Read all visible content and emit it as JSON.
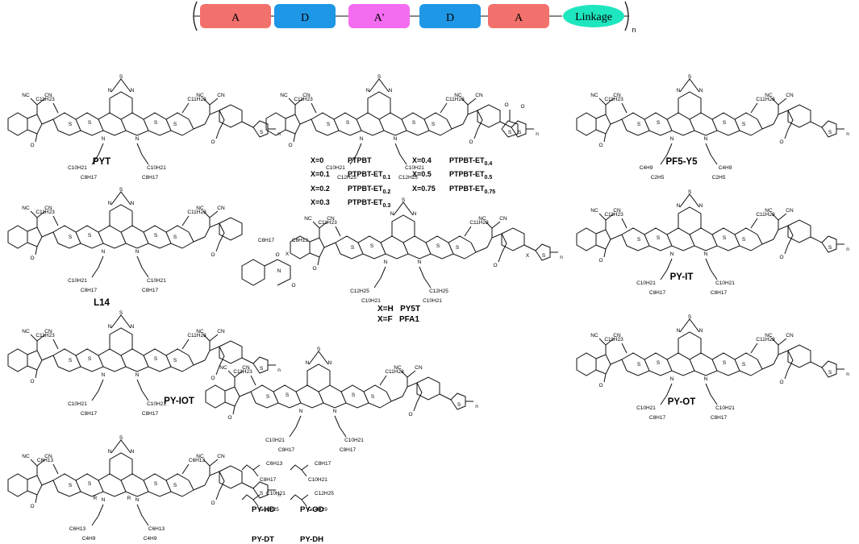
{
  "header": {
    "blocks": [
      {
        "label": "A",
        "color": "#f2716c"
      },
      {
        "label": "D",
        "color": "#1e97e6"
      },
      {
        "label": "A'",
        "color": "#f46cf0"
      },
      {
        "label": "D",
        "color": "#1e97e6"
      },
      {
        "label": "A",
        "color": "#f2716c"
      }
    ],
    "linkage": {
      "label": "Linkage",
      "color": "#1ee6bf"
    },
    "repeat": "n"
  },
  "polymers": {
    "pyt": "PYT",
    "pf5y5": "PF5-Y5",
    "l14": "L14",
    "pyit": "PY-IT",
    "pyiot": "PY-IOT",
    "pyot": "PY-OT"
  },
  "ptpbt": {
    "rows": [
      {
        "x": "X=0",
        "name": "PTPBT",
        "x2": "X=0.4",
        "name2": "PTPBT-ET",
        "sub2": "0.4"
      },
      {
        "x": "X=0.1",
        "name": "PTPBT-ET",
        "sub": "0.1",
        "x2": "X=0.5",
        "name2": "PTPBT-ET",
        "sub2": "0.5"
      },
      {
        "x": "X=0.2",
        "name": "PTPBT-ET",
        "sub": "0.2",
        "x2": "X=0.75",
        "name2": "PTPBT-ET",
        "sub2": "0.75"
      },
      {
        "x": "X=0.3",
        "name": "PTPBT-ET",
        "sub": "0.3"
      }
    ]
  },
  "py5t": {
    "line1": "X=H   PY5T",
    "line2": "X=F   PFA1"
  },
  "side_chains": {
    "hd": {
      "name": "PY-HD",
      "top": "C6H13",
      "bottom": "C8H17"
    },
    "od": {
      "name": "PY-OD",
      "top": "C8H17",
      "bottom": "C10H21"
    },
    "dt": {
      "name": "PY-DT",
      "top": "C10H21",
      "bottom": "C12H25"
    },
    "dh": {
      "name": "PY-DH",
      "top": "C12H25",
      "bottom": "C14H29"
    }
  },
  "atoms": {
    "s": "S",
    "n": "N",
    "o": "O",
    "cn": "CN",
    "nc": "NC",
    "r": "R",
    "x": "X",
    "sub_n": "n",
    "c11": "C11H23",
    "c10": "C10H21",
    "c8": "C8H17",
    "c12": "C12H25",
    "c6": "C6H13",
    "c4": "C4H9",
    "c2": "C2H5"
  }
}
